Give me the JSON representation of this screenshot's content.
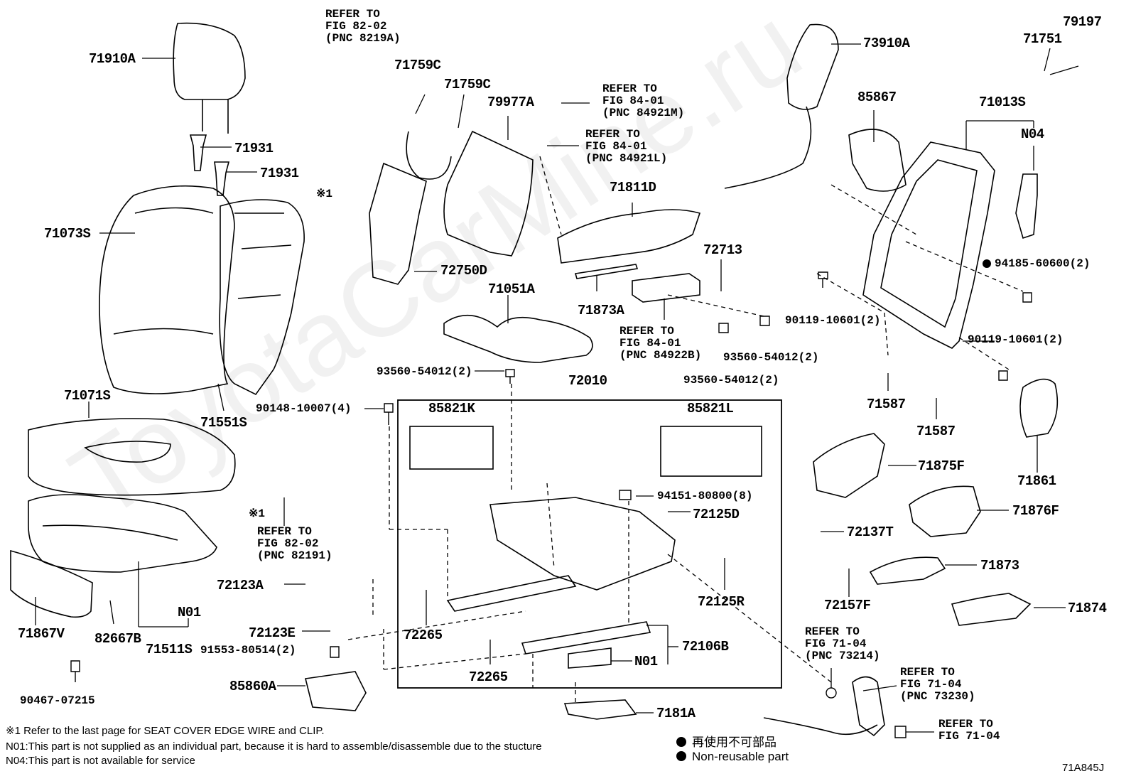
{
  "diagram_code": "71A845J",
  "watermark": "ToyotaCarMine.ru",
  "parts": {
    "p71910A": "71910A",
    "p71931a": "71931",
    "p71931b": "71931",
    "p71073S": "71073S",
    "p71071S": "71071S",
    "p71551S": "71551S",
    "p71867V": "71867V",
    "p82667B": "82667B",
    "p71511S": "71511S",
    "pN01a": "N01",
    "p90467": "90467-07215",
    "p71759Ca": "71759C",
    "p71759Cb": "71759C",
    "p79977A": "79977A",
    "p72750D": "72750D",
    "p71051A": "71051A",
    "p71811D": "71811D",
    "p71873A": "71873A",
    "p72713": "72713",
    "p93560a": "93560-54012(2)",
    "p93560b": "93560-54012(2)",
    "p93560c": "93560-54012(2)",
    "p73910A": "73910A",
    "p85867": "85867",
    "p79197": "79197",
    "p71751": "71751",
    "p71013S": "71013S",
    "pN04": "N04",
    "p94185": "94185-60600(2)",
    "p90119a": "90119-10601(2)",
    "p90119b": "90119-10601(2)",
    "p71587a": "71587",
    "p71587b": "71587",
    "p71861": "71861",
    "p72010": "72010",
    "p85821K": "85821K",
    "p85821L": "85821L",
    "p90148": "90148-10007(4)",
    "p94151": "94151-80800(8)",
    "p72125D": "72125D",
    "p72125R": "72125R",
    "p72123A": "72123A",
    "p72123E": "72123E",
    "p91553": "91553-80514(2)",
    "p85860A": "85860A",
    "p72265a": "72265",
    "p72265b": "72265",
    "p72106B": "72106B",
    "pN01b": "N01",
    "p7181A": "7181A",
    "p71875F": "71875F",
    "p71876F": "71876F",
    "p72137T": "72137T",
    "p71873": "71873",
    "p72157F": "72157F",
    "p71874": "71874",
    "mark1a": "※1",
    "mark1b": "※1"
  },
  "refs": {
    "r8219A": "REFER TO\nFIG 82-02\n(PNC 8219A)",
    "r84921M": "REFER TO\nFIG 84-01\n(PNC 84921M)",
    "r84921L": "REFER TO\nFIG 84-01\n(PNC 84921L)",
    "r84922B": "REFER TO\nFIG 84-01\n(PNC 84922B)",
    "r82191": "REFER TO\nFIG 82-02\n(PNC 82191)",
    "r73214": "REFER TO\nFIG 71-04\n(PNC 73214)",
    "r73230": "REFER TO\nFIG 71-04\n(PNC 73230)",
    "r7104": "REFER TO\nFIG 71-04"
  },
  "footnotes": {
    "note1": "※1 Refer to the last page for SEAT COVER EDGE WIRE and CLIP.",
    "noteN01": "N01:This part is not supplied as an individual part, because it is hard to assemble/disassemble due to the stucture",
    "noteN04": "N04:This part is not available for service"
  },
  "legend": {
    "jp": "再使用不可部品",
    "en": "Non-reusable part"
  }
}
